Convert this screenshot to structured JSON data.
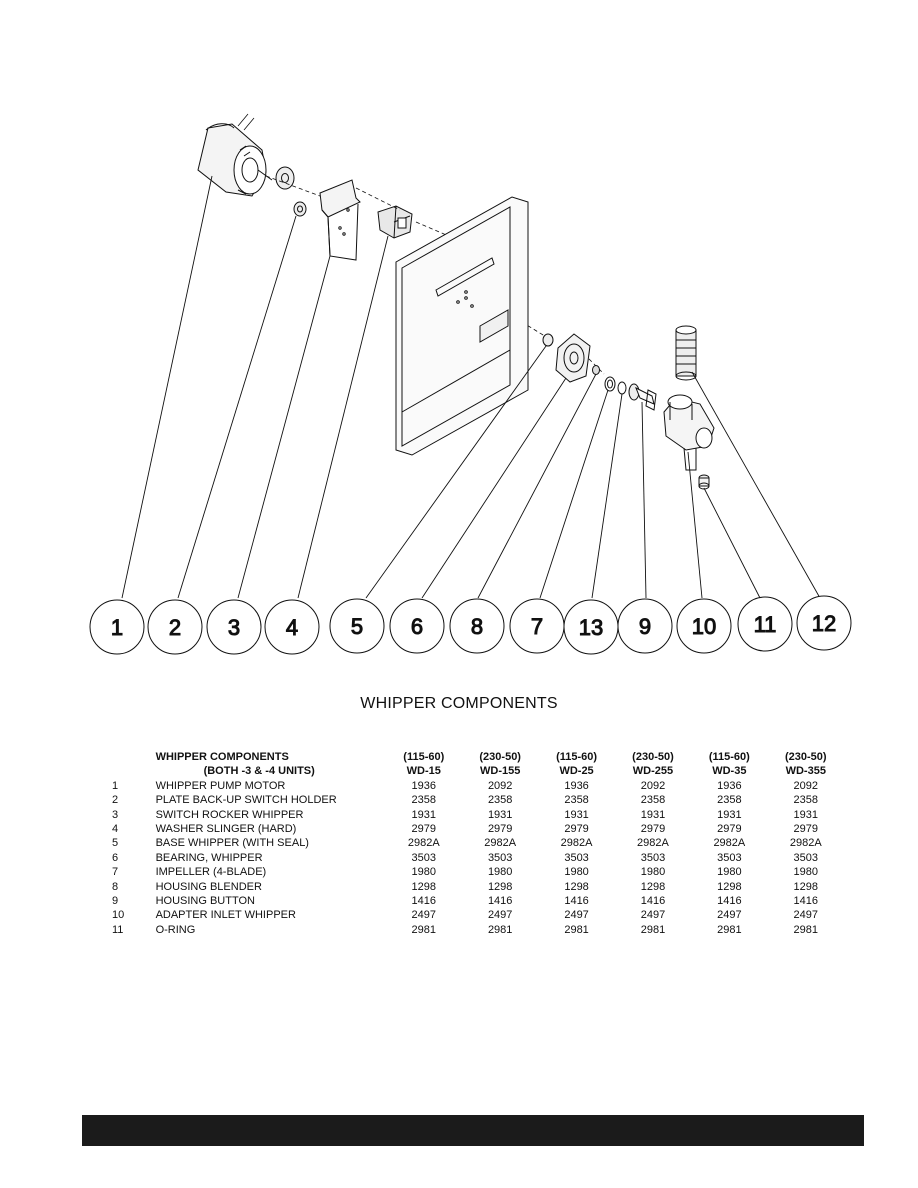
{
  "diagram": {
    "callouts": [
      "1",
      "2",
      "3",
      "4",
      "5",
      "6",
      "8",
      "7",
      "13",
      "9",
      "10",
      "11",
      "12"
    ]
  },
  "section_title": "WHIPPER COMPONENTS",
  "table": {
    "header_title": "WHIPPER COMPONENTS",
    "header_subtitle": "(BOTH -3 & -4 UNITS)",
    "columns": [
      {
        "voltage": "(115-60)",
        "model": "WD-15"
      },
      {
        "voltage": "(230-50)",
        "model": "WD-155"
      },
      {
        "voltage": "(115-60)",
        "model": "WD-25"
      },
      {
        "voltage": "(230-50)",
        "model": "WD-255"
      },
      {
        "voltage": "(115-60)",
        "model": "WD-35"
      },
      {
        "voltage": "(230-50)",
        "model": "WD-355"
      }
    ],
    "rows": [
      {
        "num": "1",
        "name": "WHIPPER PUMP MOTOR",
        "values": [
          "1936",
          "2092",
          "1936",
          "2092",
          "1936",
          "2092"
        ]
      },
      {
        "num": "2",
        "name": "PLATE BACK-UP SWITCH HOLDER",
        "values": [
          "2358",
          "2358",
          "2358",
          "2358",
          "2358",
          "2358"
        ]
      },
      {
        "num": "3",
        "name": "SWITCH ROCKER WHIPPER",
        "values": [
          "1931",
          "1931",
          "1931",
          "1931",
          "1931",
          "1931"
        ]
      },
      {
        "num": "4",
        "name": "WASHER SLINGER (HARD)",
        "values": [
          "2979",
          "2979",
          "2979",
          "2979",
          "2979",
          "2979"
        ]
      },
      {
        "num": "5",
        "name": "BASE WHIPPER (WITH SEAL)",
        "values": [
          "2982A",
          "2982A",
          "2982A",
          "2982A",
          "2982A",
          "2982A"
        ]
      },
      {
        "num": "6",
        "name": "BEARING, WHIPPER",
        "values": [
          "3503",
          "3503",
          "3503",
          "3503",
          "3503",
          "3503"
        ]
      },
      {
        "num": "7",
        "name": "IMPELLER (4-BLADE)",
        "values": [
          "1980",
          "1980",
          "1980",
          "1980",
          "1980",
          "1980"
        ]
      },
      {
        "num": "8",
        "name": "HOUSING BLENDER",
        "values": [
          "1298",
          "1298",
          "1298",
          "1298",
          "1298",
          "1298"
        ]
      },
      {
        "num": "9",
        "name": "HOUSING BUTTON",
        "values": [
          "1416",
          "1416",
          "1416",
          "1416",
          "1416",
          "1416"
        ]
      },
      {
        "num": "10",
        "name": "ADAPTER INLET WHIPPER",
        "values": [
          "2497",
          "2497",
          "2497",
          "2497",
          "2497",
          "2497"
        ]
      },
      {
        "num": "11",
        "name": "O-RING",
        "values": [
          "2981",
          "2981",
          "2981",
          "2981",
          "2981",
          "2981"
        ]
      }
    ]
  },
  "colors": {
    "ink": "#111111",
    "footer_bar": "#1b1b1b",
    "background": "#ffffff"
  }
}
